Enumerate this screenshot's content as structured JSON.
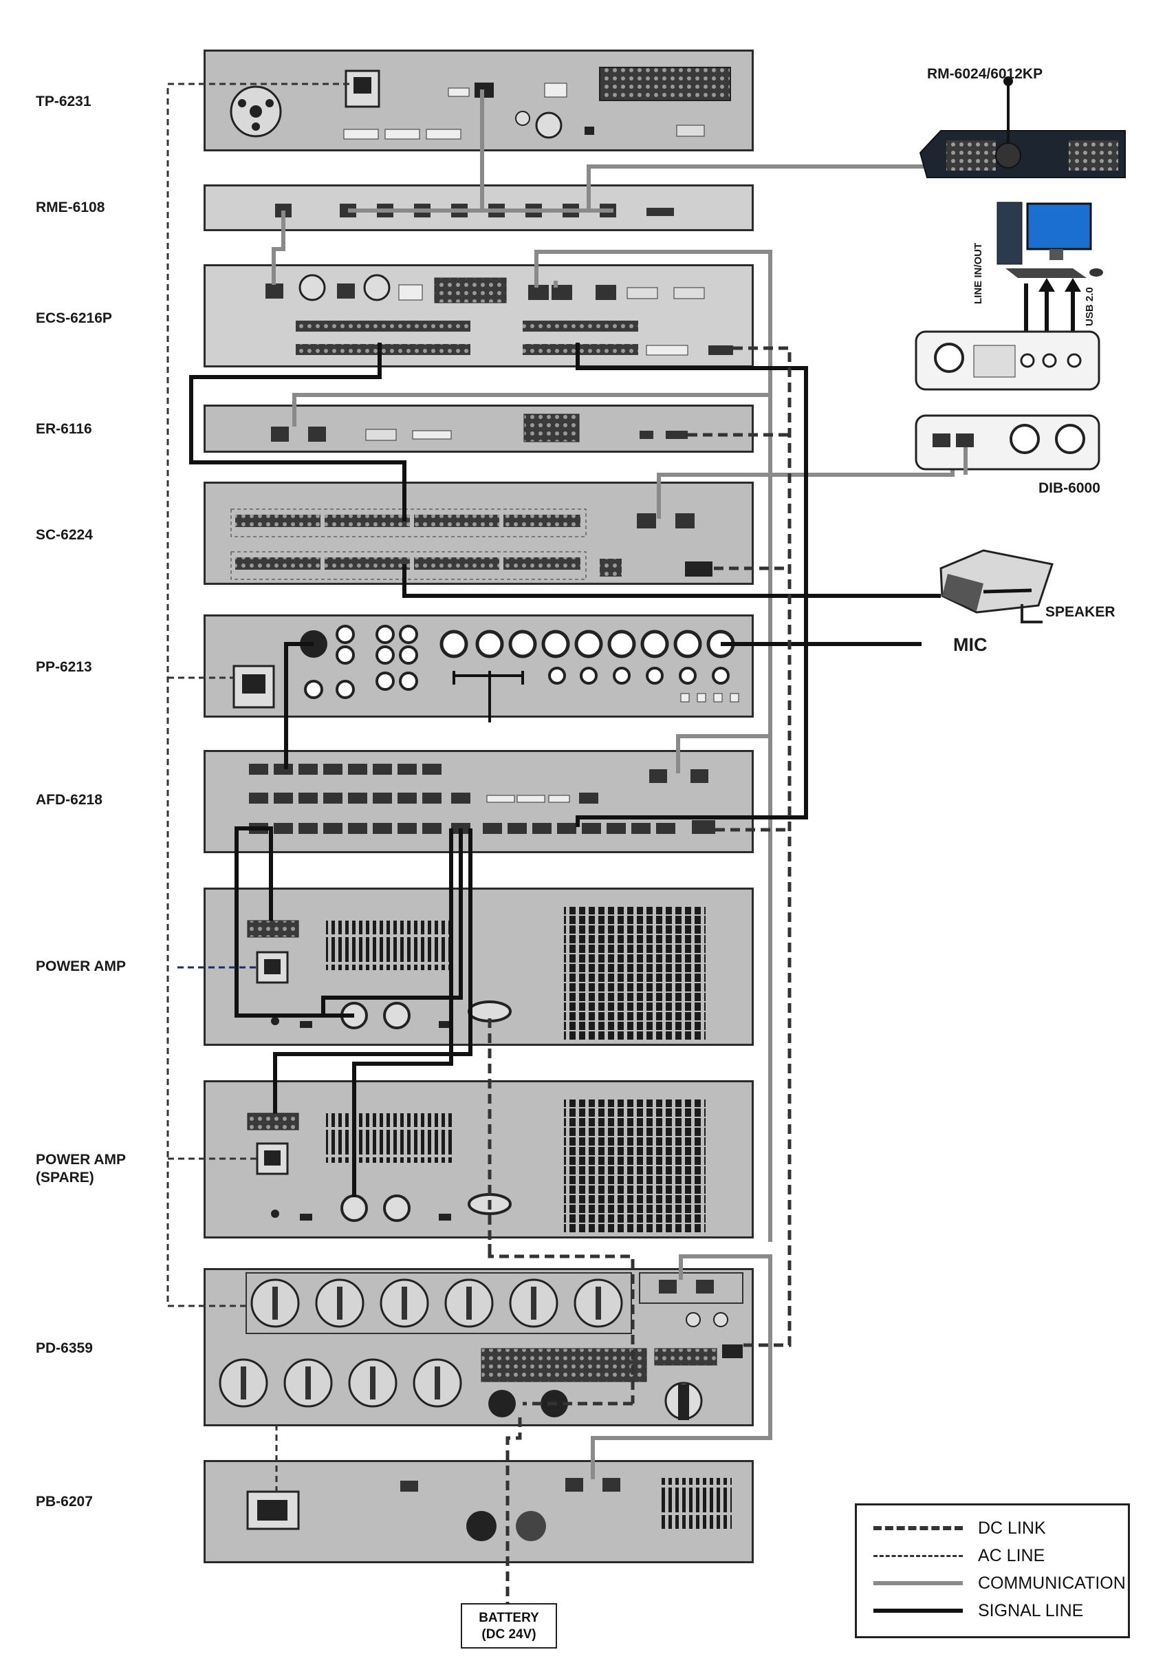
{
  "devices": [
    {
      "id": "tp6231",
      "label": "TP-6231"
    },
    {
      "id": "rme6108",
      "label": "RME-6108"
    },
    {
      "id": "ecs6216p",
      "label": "ECS-6216P"
    },
    {
      "id": "er6116",
      "label": "ER-6116"
    },
    {
      "id": "sc6224",
      "label": "SC-6224"
    },
    {
      "id": "pp6213",
      "label": "PP-6213"
    },
    {
      "id": "afd6218",
      "label": "AFD-6218"
    },
    {
      "id": "poweramp",
      "label": "POWER AMP"
    },
    {
      "id": "poweramp_spare",
      "label": "POWER AMP\n(SPARE)"
    },
    {
      "id": "pd6359",
      "label": "PD-6359"
    },
    {
      "id": "pb6207",
      "label": "PB-6207"
    }
  ],
  "peripherals": {
    "remote_mic": "RM-6024/6012KP",
    "dib": "DIB-6000",
    "speaker": "SPEAKER",
    "mic": "MIC",
    "line_inout": "LINE IN/OUT",
    "usb": "USB 2.0"
  },
  "battery": {
    "line1": "BATTERY",
    "line2": "(DC 24V)"
  },
  "legend": [
    {
      "label": "DC LINK",
      "style": "dc"
    },
    {
      "label": "AC LINE",
      "style": "ac"
    },
    {
      "label": "COMMUNICATION",
      "style": "comm"
    },
    {
      "label": "SIGNAL LINE",
      "style": "signal"
    }
  ],
  "colors": {
    "unit_fill": "#bdbdbd",
    "communication": "#8a8a8a",
    "signal": "#111111",
    "dc": "#333333",
    "ac": "#333333",
    "ac_blue": "#1d2a6b"
  }
}
